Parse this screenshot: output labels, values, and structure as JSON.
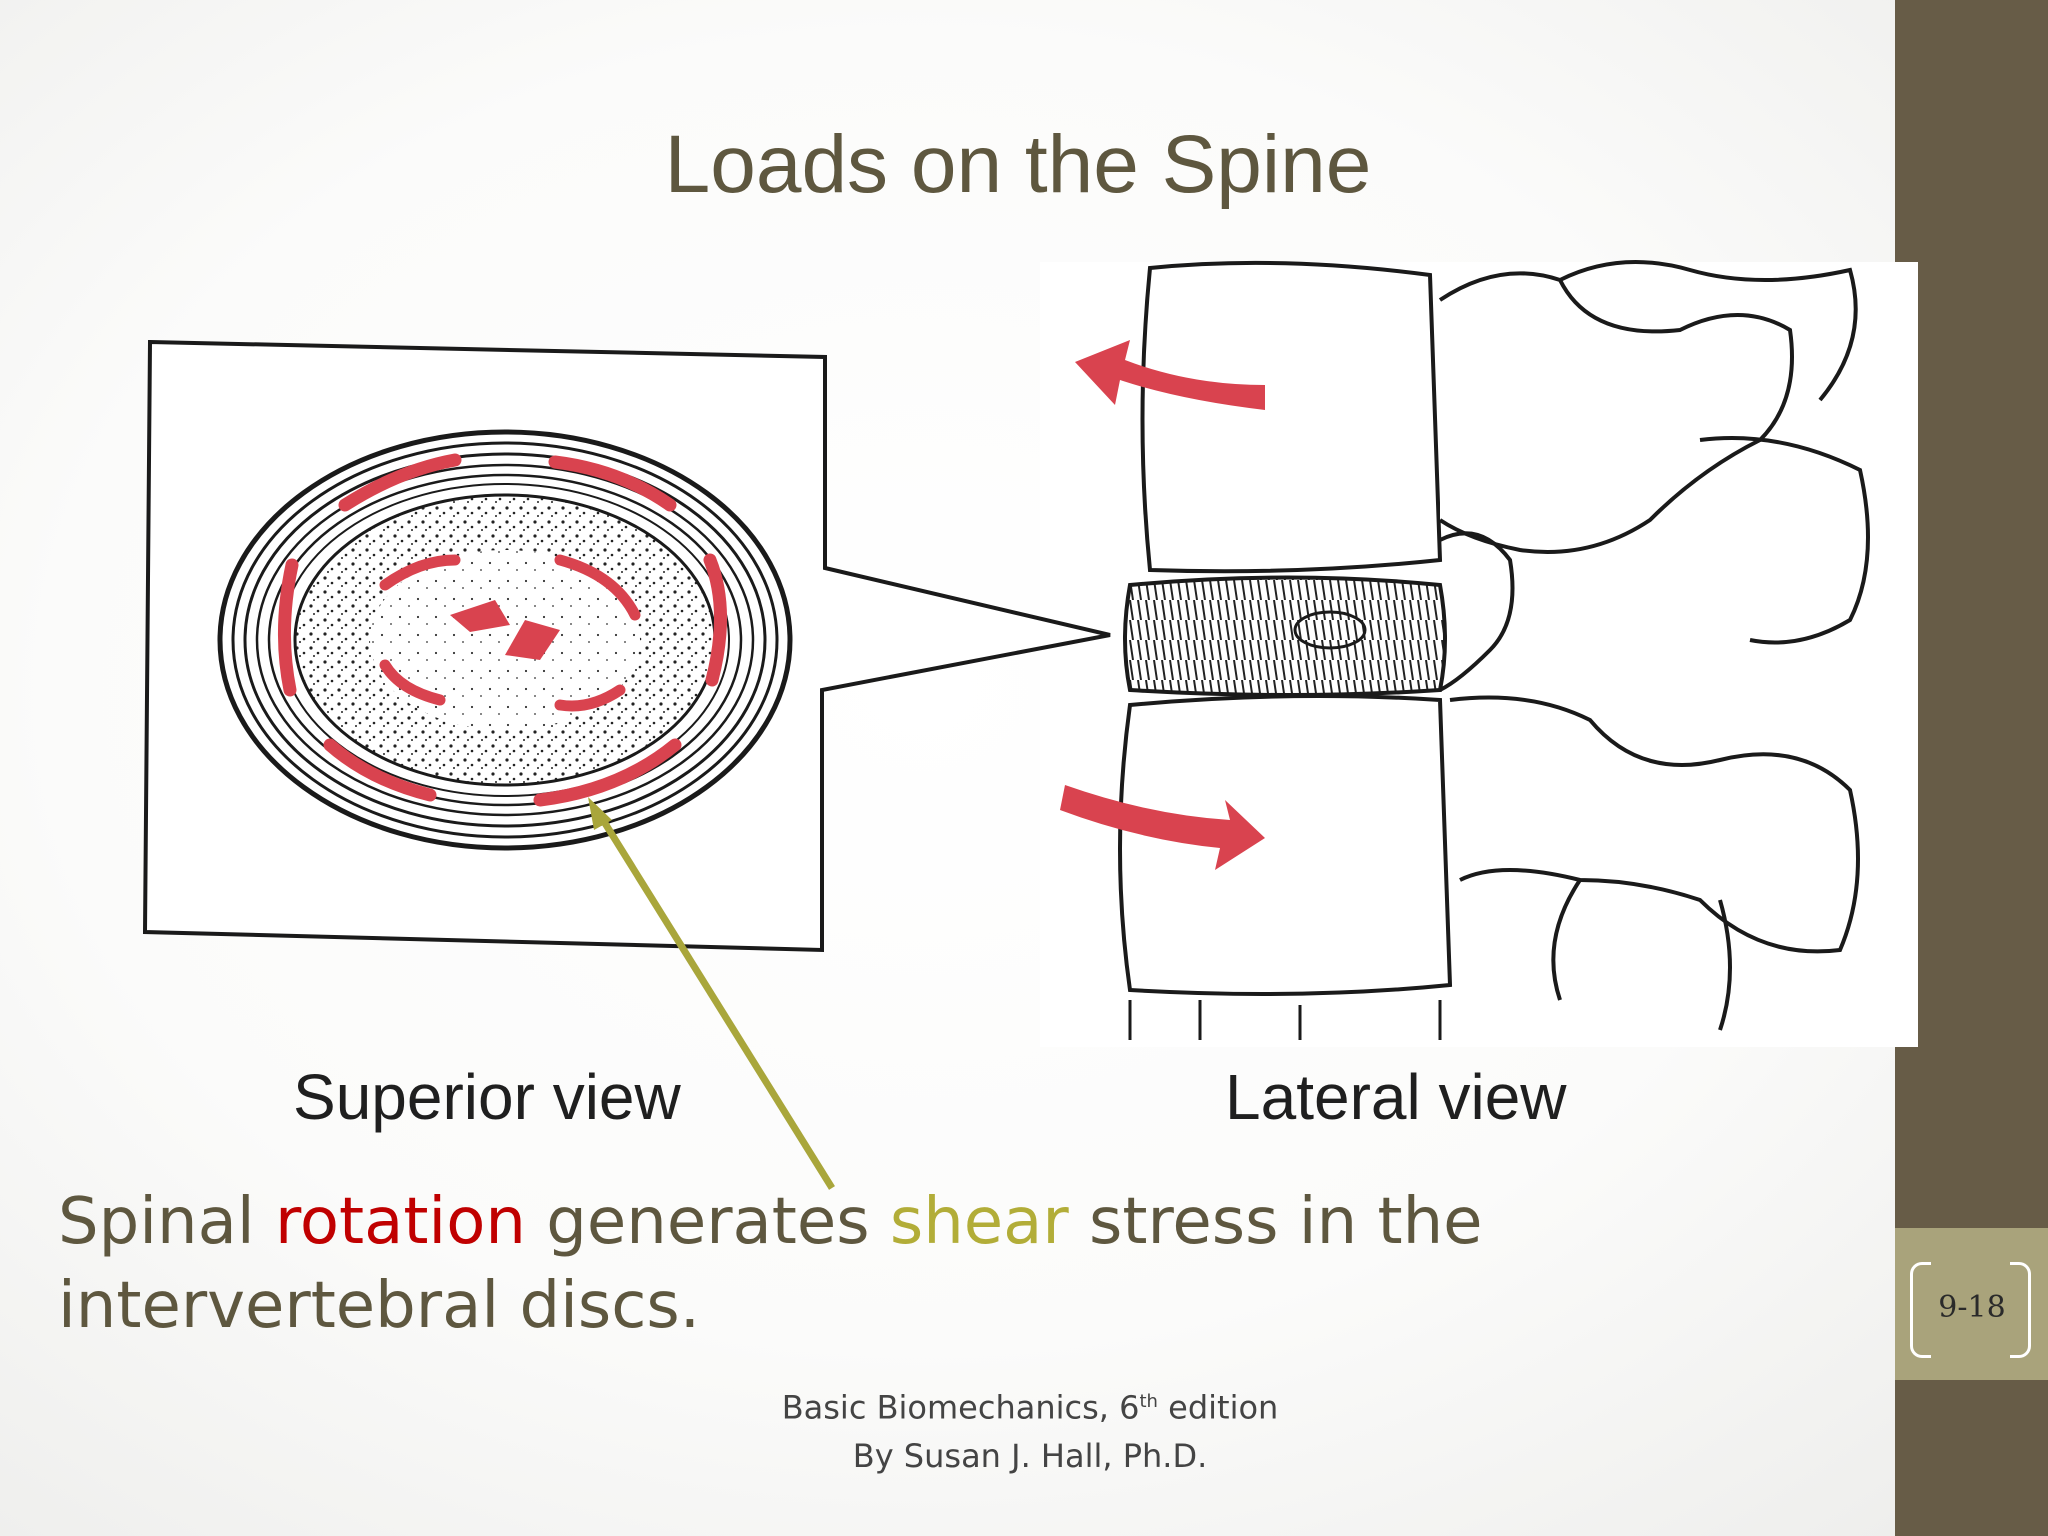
{
  "slide": {
    "title": "Loads on the Spine",
    "labels": {
      "superior": "Superior view",
      "lateral": "Lateral view"
    },
    "body": {
      "part1": "Spinal ",
      "rotation": "rotation",
      "part2": " generates ",
      "shear": "shear",
      "part3": " stress in the intervertebral discs."
    },
    "footer": {
      "line1_pre": "Basic Biomechanics, 6",
      "line1_sup": "th",
      "line1_post": " edition",
      "line2": "By Susan J. Hall, Ph.D."
    },
    "slide_number": "9-18"
  },
  "colors": {
    "title": "#5e573f",
    "rotation": "#c00000",
    "shear": "#b2ad38",
    "band": "#675c47",
    "number_band": "#a9a37b",
    "arrow_red": "#d9434f",
    "pointer": "#a9a63b"
  }
}
